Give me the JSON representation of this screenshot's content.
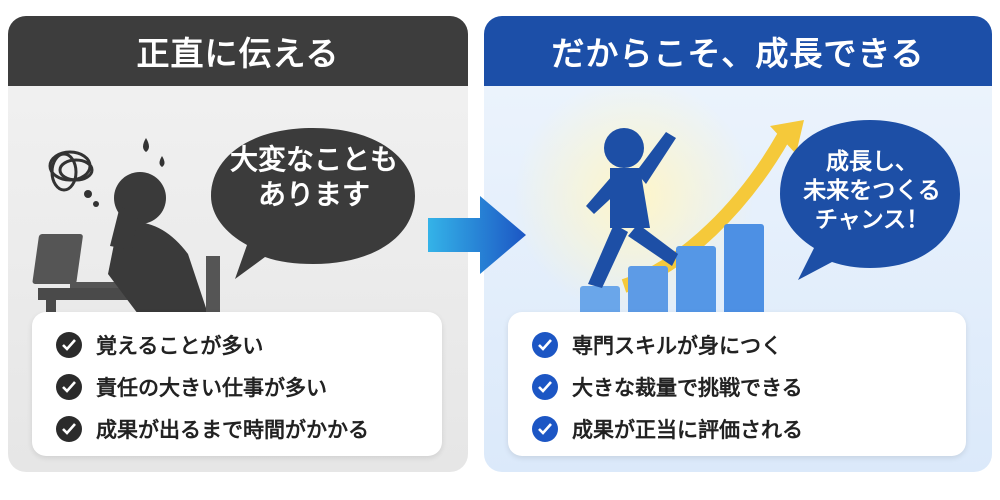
{
  "left_panel": {
    "title": "正直に伝える",
    "bubble_line1": "大変なことも",
    "bubble_line2": "あります",
    "items": [
      {
        "label": "覚えることが多い"
      },
      {
        "label": "責任の大きい仕事が多い"
      },
      {
        "label": "成果が出るまで時間がかかる"
      }
    ]
  },
  "right_panel": {
    "title": "だからこそ、成長できる",
    "bubble_line1": "成長し、",
    "bubble_line2": "未来をつくる",
    "bubble_line3": "チャンス！",
    "items": [
      {
        "label": "専門スキルが身につく"
      },
      {
        "label": "大きな裁量で挑戦できる"
      },
      {
        "label": "成果が正当に評価される"
      }
    ]
  },
  "colors": {
    "left_header": "#3d3d3d",
    "right_header": "#1c4fa8",
    "left_check": "#2b2b2b",
    "right_check": "#1c56c4",
    "arrow": "#2a8fe0"
  },
  "icons": [
    "check-circle-icon",
    "right-arrow-icon",
    "stressed-person-icon",
    "climbing-person-icon",
    "growth-arrow-icon"
  ]
}
